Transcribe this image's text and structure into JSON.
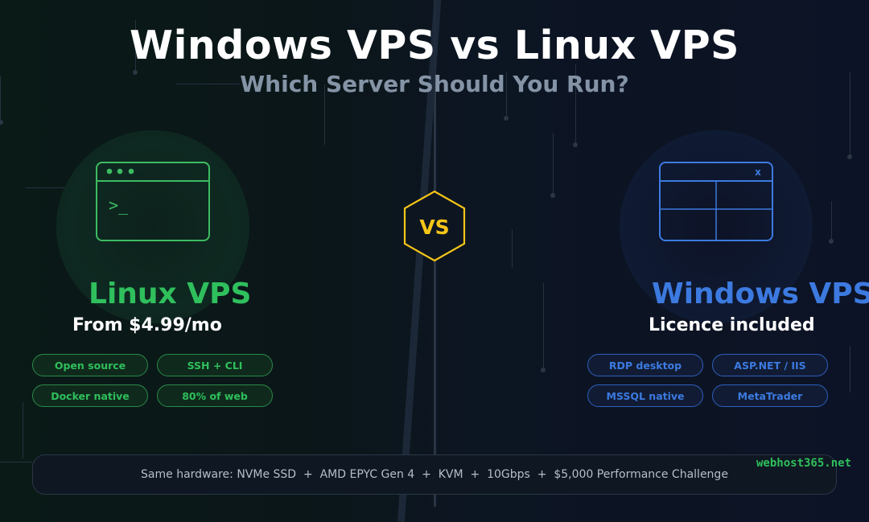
{
  "header": {
    "title": "Windows VPS vs Linux VPS",
    "subtitle": "Which Server Should You Run?"
  },
  "vs_badge": {
    "label": "VS",
    "color": "#f5c518"
  },
  "linux": {
    "title": "Linux VPS",
    "subtitle": "From $4.99/mo",
    "accent": "#2fbf5c",
    "icon": "terminal-window-icon",
    "prompt": ">_",
    "features": [
      "Open source",
      "SSH + CLI",
      "Docker native",
      "80% of web"
    ]
  },
  "windows": {
    "title": "Windows VPS",
    "subtitle": "Licence included",
    "accent": "#3c7ae0",
    "icon": "windowed-app-icon",
    "close_glyph": "x",
    "features": [
      "RDP desktop",
      "ASP.NET / IIS",
      "MSSQL native",
      "MetaTrader"
    ]
  },
  "footer": {
    "text": "Same hardware: NVMe SSD  +  AMD EPYC Gen 4  +  KVM  +  10Gbps  +  $5,000 Performance Challenge"
  },
  "brand": "webhost365.net"
}
